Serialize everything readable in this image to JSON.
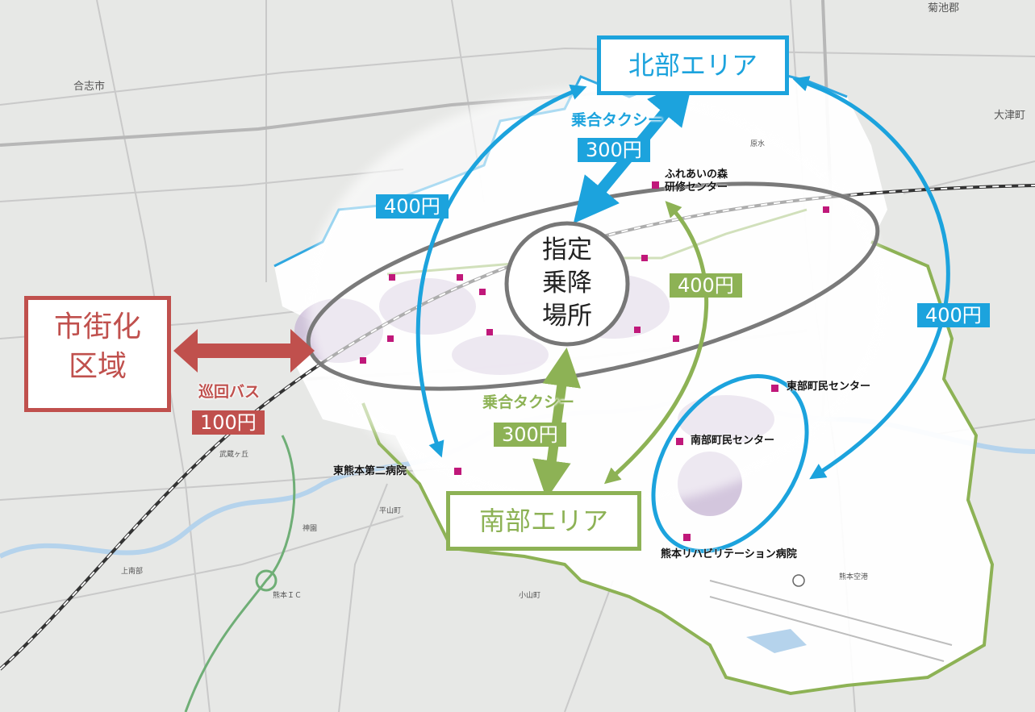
{
  "areas": {
    "north": "北部エリア",
    "south": "南部エリア",
    "urban_line1": "市街化",
    "urban_line2": "区域"
  },
  "hub": {
    "line1": "指定",
    "line2": "乗降",
    "line3": "場所"
  },
  "services": {
    "shared_taxi_north": "乗合タクシー",
    "fare_taxi_north": "300円",
    "shared_taxi_south": "乗合タクシー",
    "fare_taxi_south": "300円",
    "fare_north_left": "400円",
    "fare_right": "400円",
    "fare_south_inner": "400円",
    "loop_bus": "巡回バス",
    "fare_bus": "100円"
  },
  "facilities": {
    "fureai_line1": "ふれあいの森",
    "fureai_line2": "研修センター",
    "east_center": "東部町民センター",
    "south_center": "南部町民センター",
    "hospital_2": "東熊本第二病院",
    "rehab": "熊本リハビリテーション病院"
  },
  "places": {
    "koshi": "合志市",
    "kikuchi": "菊池郡",
    "ozu": "大津町",
    "kumamoto_ic": "熊本ＩＣ",
    "kumamoto_airport": "熊本空港",
    "kohoya": "小山町",
    "hirayama": "平山町",
    "kamiminami": "上南部",
    "kamiyama": "神園",
    "mifune": "武蔵ヶ丘",
    "haraue": "原水"
  },
  "colors": {
    "blue": "#1ca3dd",
    "green": "#8db255",
    "red": "#c0504d",
    "gray": "#7a7a7a",
    "facility_marker": "#c0187a"
  }
}
